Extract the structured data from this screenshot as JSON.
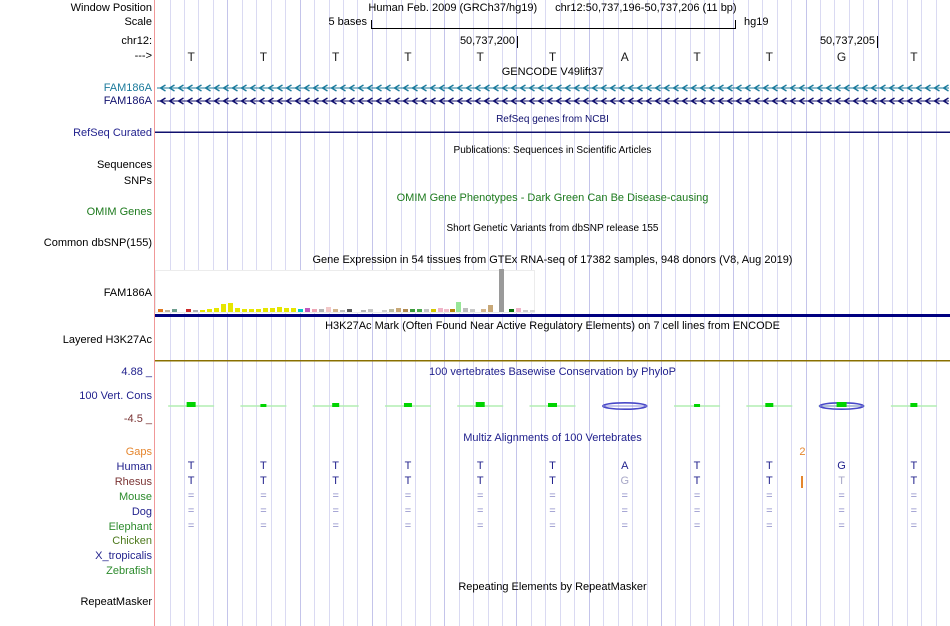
{
  "header": {
    "window_position_label": "Window Position",
    "scale_label": "Scale",
    "chromosome_label": "chr12:",
    "strand_arrow_label": "--->",
    "assembly_title": "Human Feb. 2009 (GRCh37/hg19)",
    "position_title": "chr12:50,737,196-50,737,206 (11 bp)",
    "scale_bar_label": "5 bases",
    "genome_build": "hg19",
    "coordinate_labels": [
      "50,737,200",
      "50,737,205"
    ]
  },
  "tracks": {
    "gencode": {
      "center_title": "GENCODE V49lift37",
      "gene_labels": [
        "FAM186A",
        "FAM186A"
      ]
    },
    "refseq": {
      "left_label": "RefSeq Curated",
      "center_title": "RefSeq genes from NCBI"
    },
    "publications": {
      "center_title": "Publications: Sequences in Scientific Articles",
      "left_label_sequences": "Sequences",
      "left_label_snps": "SNPs"
    },
    "omim": {
      "left_label": "OMIM Genes",
      "center_title": "OMIM Gene Phenotypes - Dark Green Can Be Disease-causing"
    },
    "dbsnp": {
      "left_label": "Common dbSNP(155)",
      "center_title": "Short Genetic Variants from dbSNP release 155"
    },
    "gtex": {
      "left_label": "FAM186A",
      "center_title": "Gene Expression in 54 tissues from GTEx RNA-seq of 17382 samples, 948 donors (V8, Aug 2019)"
    },
    "h3k27ac": {
      "left_label": "Layered H3K27Ac",
      "center_title": "H3K27Ac Mark (Often Found Near Active Regulatory Elements) on 7 cell lines from ENCODE"
    },
    "phylop": {
      "left_label": "100 Vert. Cons",
      "center_title": "100 vertebrates Basewise Conservation by PhyloP",
      "axis_max_label": "4.88 _",
      "axis_min_label": "-4.5 _"
    },
    "multiz": {
      "center_title": "Multiz Alignments of 100 Vertebrates"
    },
    "repeatmasker": {
      "left_label": "RepeatMasker",
      "center_title": "Repeating Elements by RepeatMasker"
    }
  },
  "colors": {
    "gencode_row1": "#1c7b9c",
    "gencode_row2": "#10106e",
    "refseq_line": "#10106e",
    "gtex_baseline": "#000080",
    "h3k27ac_baseline": "#8a7000",
    "conservation_positive": "#00d400",
    "conservation_pale": "#b2eeb2",
    "conservation_negative_lens": "#4848c8",
    "gap_orange": "#e5862e",
    "gridline": "#dadaf2",
    "window_edge_red": "#f09898"
  },
  "chart_data": {
    "type": "genome-browser-tracks",
    "window": {
      "chromosome": "chr12",
      "start_text": "50,737,196",
      "end_text": "50,737,206",
      "width_bp": 11
    },
    "reference_bases": [
      "T",
      "T",
      "T",
      "T",
      "T",
      "T",
      "A",
      "T",
      "T",
      "G",
      "T"
    ],
    "gencode_transcripts": [
      {
        "name": "FAM186A",
        "strand": "<",
        "color": "#1c7b9c"
      },
      {
        "name": "FAM186A",
        "strand": "<",
        "color": "#10106e"
      }
    ],
    "gtex_bars": [
      [
        2,
        3,
        "#e07820"
      ],
      [
        9,
        2,
        "#c2b49a"
      ],
      [
        16,
        3,
        "#6f9f8f"
      ],
      [
        30,
        3,
        "#cc2a2a"
      ],
      [
        37,
        2,
        "#b0b0b0"
      ],
      [
        44,
        2,
        "#e6e600"
      ],
      [
        51,
        3,
        "#e6e600"
      ],
      [
        58,
        4,
        "#e6e600"
      ],
      [
        65,
        8,
        "#e6e600"
      ],
      [
        72,
        9,
        "#e6e600"
      ],
      [
        79,
        4,
        "#e6e600"
      ],
      [
        86,
        3,
        "#e6e600"
      ],
      [
        93,
        3,
        "#e6e600"
      ],
      [
        100,
        3,
        "#e6e600"
      ],
      [
        107,
        4,
        "#e6e600"
      ],
      [
        114,
        4,
        "#e6e600"
      ],
      [
        121,
        5,
        "#e6e600"
      ],
      [
        128,
        4,
        "#e6e600"
      ],
      [
        135,
        4,
        "#e6e600"
      ],
      [
        142,
        3,
        "#00c8c8"
      ],
      [
        149,
        4,
        "#c05ac0"
      ],
      [
        156,
        3,
        "#eea4b4"
      ],
      [
        163,
        3,
        "#b4b4b4"
      ],
      [
        170,
        5,
        "#f2c8c8"
      ],
      [
        177,
        3,
        "#d2b48c"
      ],
      [
        184,
        2,
        "#bcbcbc"
      ],
      [
        191,
        3,
        "#5a5a5a"
      ],
      [
        205,
        2,
        "#b4b4b4"
      ],
      [
        212,
        3,
        "#c4c4c4"
      ],
      [
        226,
        2,
        "#cccccc"
      ],
      [
        233,
        3,
        "#bcbca0"
      ],
      [
        240,
        4,
        "#c8a878"
      ],
      [
        247,
        3,
        "#b08850"
      ],
      [
        254,
        3,
        "#3c9c3c"
      ],
      [
        261,
        3,
        "#4aaa4a"
      ],
      [
        268,
        3,
        "#c4c4c4"
      ],
      [
        275,
        3,
        "#d4c800"
      ],
      [
        282,
        4,
        "#f0b4c8"
      ],
      [
        288,
        3,
        "#f0bccc"
      ],
      [
        294,
        3,
        "#b8860b"
      ],
      [
        300,
        10,
        "#98e698"
      ],
      [
        307,
        4,
        "#bcbcbc"
      ],
      [
        314,
        3,
        "#c8c8c8"
      ],
      [
        325,
        3,
        "#d2b48c"
      ],
      [
        332,
        7,
        "#c8a878"
      ],
      [
        343,
        43,
        "#9a9a9a"
      ],
      [
        353,
        3,
        "#0a6e0a"
      ],
      [
        360,
        4,
        "#f0b4c8"
      ],
      [
        367,
        2,
        "#cccccc"
      ],
      [
        374,
        2,
        "#d8d8d8"
      ]
    ],
    "phylop": {
      "ylim": [
        -4.5,
        4.88
      ],
      "columns": [
        {
          "mark": "pos",
          "w": 9,
          "h": 5
        },
        {
          "mark": "pos",
          "w": 6,
          "h": 3
        },
        {
          "mark": "pos",
          "w": 7,
          "h": 4
        },
        {
          "mark": "pos",
          "w": 8,
          "h": 4
        },
        {
          "mark": "pos",
          "w": 9,
          "h": 5
        },
        {
          "mark": "pos",
          "w": 9,
          "h": 4
        },
        {
          "mark": "neg"
        },
        {
          "mark": "pos",
          "w": 6,
          "h": 3
        },
        {
          "mark": "pos",
          "w": 8,
          "h": 4
        },
        {
          "mark": "neg_pos",
          "w": 10,
          "h": 5
        },
        {
          "mark": "pos",
          "w": 7,
          "h": 4
        }
      ]
    },
    "multiz": {
      "species": [
        {
          "name": "Gaps",
          "color": "#e5862e"
        },
        {
          "name": "Human",
          "color": "#23238e"
        },
        {
          "name": "Rhesus",
          "color": "#7a3434"
        },
        {
          "name": "Mouse",
          "color": "#2d8b2d"
        },
        {
          "name": "Dog",
          "color": "#23238e"
        },
        {
          "name": "Elephant",
          "color": "#2d8b2d"
        },
        {
          "name": "Chicken",
          "color": "#4e7a1e"
        },
        {
          "name": "X_tropicalis",
          "color": "#23238e"
        },
        {
          "name": "Zebrafish",
          "color": "#2d8b2d"
        }
      ],
      "rows": {
        "human": [
          "T",
          "T",
          "T",
          "T",
          "T",
          "T",
          "A",
          "T",
          "T",
          "G",
          "T"
        ],
        "rhesus": [
          "T",
          "T",
          "T",
          "T",
          "T",
          "T",
          "G",
          "T",
          "T",
          "T",
          "T"
        ],
        "rhesus_light_columns": [
          6,
          9
        ],
        "mouse": "=",
        "dog": "=",
        "elephant": "=",
        "chicken": "",
        "x_tropicalis": "",
        "zebrafish": ""
      },
      "gap_count_label": "2",
      "gap_boundary_index": 9
    }
  }
}
